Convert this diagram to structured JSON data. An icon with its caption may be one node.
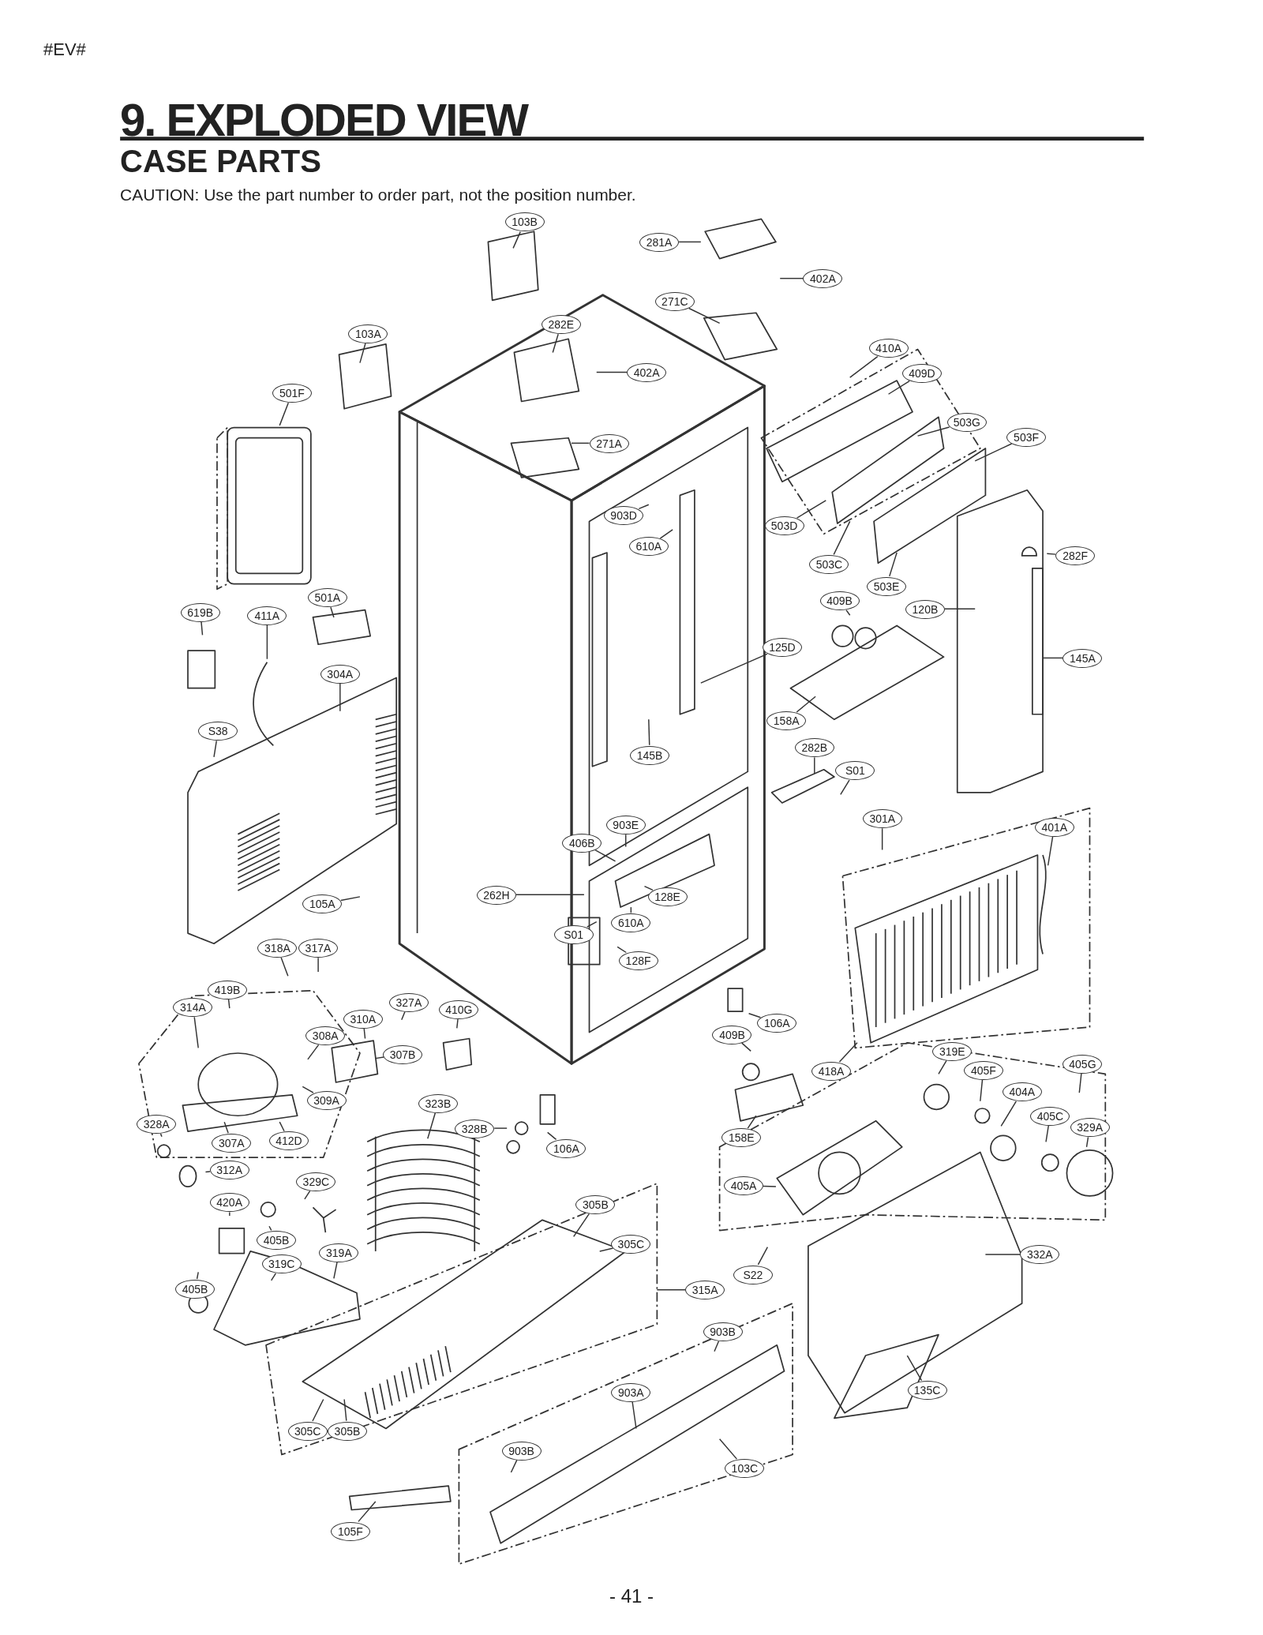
{
  "diagram": {
    "title": "9. EXPLODED VIEW",
    "nodes": [
      {
        "text": [
          "103B"
        ]
      },
      {
        "text": [
          "281A"
        ]
      },
      {
        "text": [
          "402A"
        ]
      },
      {
        "text": [
          "271C"
        ]
      },
      {
        "text": [
          "282E"
        ]
      },
      {
        "text": [
          "103A"
        ]
      },
      {
        "text": [
          "410A"
        ]
      },
      {
        "text": [
          "402A"
        ]
      },
      {
        "text": [
          "409D"
        ]
      },
      {
        "text": [
          "501F"
        ]
      },
      {
        "text": [
          "503G"
        ]
      },
      {
        "text": [
          "503F"
        ]
      },
      {
        "text": [
          "271A"
        ]
      },
      {
        "text": [
          "903D"
        ]
      },
      {
        "text": [
          "503D"
        ]
      },
      {
        "text": [
          "610A"
        ]
      },
      {
        "text": [
          "282F"
        ]
      },
      {
        "text": [
          "503C"
        ]
      },
      {
        "text": [
          "503E"
        ]
      },
      {
        "text": [
          "501A"
        ]
      },
      {
        "text": [
          "409B"
        ]
      },
      {
        "text": [
          "120B"
        ]
      },
      {
        "text": [
          "619B"
        ]
      },
      {
        "text": [
          "411A"
        ]
      },
      {
        "text": [
          "125D"
        ]
      },
      {
        "text": [
          "145A"
        ]
      },
      {
        "text": [
          "304A"
        ]
      },
      {
        "text": [
          "158A"
        ]
      },
      {
        "text": [
          "S38"
        ]
      },
      {
        "text": [
          "145B"
        ]
      },
      {
        "text": [
          "282B"
        ]
      },
      {
        "text": [
          "S01"
        ]
      },
      {
        "text": [
          "301A"
        ]
      },
      {
        "text": [
          "401A"
        ]
      },
      {
        "text": [
          "903E"
        ]
      },
      {
        "text": [
          "406B"
        ]
      },
      {
        "text": [
          "262H"
        ]
      },
      {
        "text": [
          "128E"
        ]
      },
      {
        "text": [
          "105A"
        ]
      },
      {
        "text": [
          "610A"
        ]
      },
      {
        "text": [
          "S01"
        ]
      },
      {
        "text": [
          "318A"
        ]
      },
      {
        "text": [
          "317A"
        ]
      },
      {
        "text": [
          "128F"
        ]
      },
      {
        "text": [
          "327A"
        ]
      },
      {
        "text": [
          "419B"
        ]
      },
      {
        "text": [
          "314A"
        ]
      },
      {
        "text": [
          "410G"
        ]
      },
      {
        "text": [
          "106A"
        ]
      },
      {
        "text": [
          "310A"
        ]
      },
      {
        "text": [
          "409B"
        ]
      },
      {
        "text": [
          "308A"
        ]
      },
      {
        "text": [
          "307B"
        ]
      },
      {
        "text": [
          "319E"
        ]
      },
      {
        "text": [
          "405G"
        ]
      },
      {
        "text": [
          "405F"
        ]
      },
      {
        "text": [
          "418A"
        ]
      },
      {
        "text": [
          "404A"
        ]
      },
      {
        "text": [
          "309A"
        ]
      },
      {
        "text": [
          "323B"
        ]
      },
      {
        "text": [
          "405C"
        ]
      },
      {
        "text": [
          "328A"
        ]
      },
      {
        "text": [
          "328B"
        ]
      },
      {
        "text": [
          "329A"
        ]
      },
      {
        "text": [
          "307A"
        ]
      },
      {
        "text": [
          "412D"
        ]
      },
      {
        "text": [
          "158E"
        ]
      },
      {
        "text": [
          "106A"
        ]
      },
      {
        "text": [
          "312A"
        ]
      },
      {
        "text": [
          "329C"
        ]
      },
      {
        "text": [
          "405A"
        ]
      },
      {
        "text": [
          "420A"
        ]
      },
      {
        "text": [
          "305B"
        ]
      },
      {
        "text": [
          "405B"
        ]
      },
      {
        "text": [
          "305C"
        ]
      },
      {
        "text": [
          "332A"
        ]
      },
      {
        "text": [
          "319A"
        ]
      },
      {
        "text": [
          "319C"
        ]
      },
      {
        "text": [
          "S22"
        ]
      },
      {
        "text": [
          "405B"
        ]
      },
      {
        "text": [
          "315A"
        ]
      },
      {
        "text": [
          "903B"
        ]
      },
      {
        "text": [
          "135C"
        ]
      },
      {
        "text": [
          "903A"
        ]
      },
      {
        "text": [
          "305C"
        ]
      },
      {
        "text": [
          "305B"
        ]
      },
      {
        "text": [
          "903B"
        ]
      },
      {
        "text": [
          "103C"
        ]
      },
      {
        "text": [
          "105F"
        ]
      }
    ],
    "edges": [
      {
        "from": 0,
        "to": null,
        "arrow": "none"
      },
      {
        "from": 1,
        "to": null,
        "arrow": "none"
      },
      {
        "from": 2,
        "to": null,
        "arrow": "none"
      },
      {
        "from": 3,
        "to": null,
        "arrow": "none"
      },
      {
        "from": 4,
        "to": null,
        "arrow": "none"
      },
      {
        "from": 5,
        "to": null,
        "arrow": "none"
      },
      {
        "from": 6,
        "to": null,
        "arrow": "none"
      },
      {
        "from": 7,
        "to": null,
        "arrow": "none"
      },
      {
        "from": 8,
        "to": null,
        "arrow": "none"
      },
      {
        "from": 9,
        "to": null,
        "arrow": "none"
      },
      {
        "from": 10,
        "to": null,
        "arrow": "none"
      },
      {
        "from": 11,
        "to": null,
        "arrow": "none"
      },
      {
        "from": 12,
        "to": null,
        "arrow": "none"
      },
      {
        "from": 13,
        "to": null,
        "arrow": "none"
      },
      {
        "from": 14,
        "to": null,
        "arrow": "none"
      },
      {
        "from": 15,
        "to": null,
        "arrow": "none"
      },
      {
        "from": 16,
        "to": null,
        "arrow": "none"
      },
      {
        "from": 17,
        "to": null,
        "arrow": "none"
      },
      {
        "from": 18,
        "to": null,
        "arrow": "none"
      },
      {
        "from": 19,
        "to": null,
        "arrow": "none"
      },
      {
        "from": 20,
        "to": null,
        "arrow": "none"
      },
      {
        "from": 21,
        "to": null,
        "arrow": "none"
      },
      {
        "from": 22,
        "to": null,
        "arrow": "none"
      },
      {
        "from": 23,
        "to": null,
        "arrow": "none"
      },
      {
        "from": 24,
        "to": null,
        "arrow": "none"
      },
      {
        "from": 25,
        "to": null,
        "arrow": "none"
      },
      {
        "from": 26,
        "to": null,
        "arrow": "none"
      },
      {
        "from": 27,
        "to": null,
        "arrow": "none"
      },
      {
        "from": 28,
        "to": null,
        "arrow": "none"
      },
      {
        "from": 29,
        "to": null,
        "arrow": "none"
      },
      {
        "from": 30,
        "to": null,
        "arrow": "none"
      },
      {
        "from": 31,
        "to": null,
        "arrow": "none"
      },
      {
        "from": 32,
        "to": null,
        "arrow": "none"
      },
      {
        "from": 33,
        "to": null,
        "arrow": "none"
      },
      {
        "from": 34,
        "to": null,
        "arrow": "none"
      },
      {
        "from": 35,
        "to": null,
        "arrow": "none"
      },
      {
        "from": 36,
        "to": null,
        "arrow": "none"
      },
      {
        "from": 37,
        "to": null,
        "arrow": "none"
      },
      {
        "from": 38,
        "to": null,
        "arrow": "none"
      },
      {
        "from": 39,
        "to": null,
        "arrow": "none"
      },
      {
        "from": 40,
        "to": null,
        "arrow": "none"
      },
      {
        "from": 41,
        "to": null,
        "arrow": "none"
      },
      {
        "from": 42,
        "to": null,
        "arrow": "none"
      },
      {
        "from": 43,
        "to": null,
        "arrow": "none"
      },
      {
        "from": 44,
        "to": null,
        "arrow": "none"
      },
      {
        "from": 45,
        "to": null,
        "arrow": "none"
      },
      {
        "from": 46,
        "to": null,
        "arrow": "none"
      },
      {
        "from": 47,
        "to": null,
        "arrow": "none"
      },
      {
        "from": 48,
        "to": null,
        "arrow": "none"
      },
      {
        "from": 49,
        "to": null,
        "arrow": "none"
      },
      {
        "from": 50,
        "to": null,
        "arrow": "none"
      },
      {
        "from": 51,
        "to": null,
        "arrow": "none"
      },
      {
        "from": 52,
        "to": null,
        "arrow": "none"
      },
      {
        "from": 53,
        "to": null,
        "arrow": "none"
      },
      {
        "from": 54,
        "to": null,
        "arrow": "none"
      },
      {
        "from": 55,
        "to": null,
        "arrow": "none"
      },
      {
        "from": 56,
        "to": null,
        "arrow": "none"
      },
      {
        "from": 57,
        "to": null,
        "arrow": "none"
      },
      {
        "from": 58,
        "to": null,
        "arrow": "none"
      },
      {
        "from": 59,
        "to": null,
        "arrow": "none"
      },
      {
        "from": 60,
        "to": null,
        "arrow": "none"
      },
      {
        "from": 61,
        "to": null,
        "arrow": "none"
      },
      {
        "from": 62,
        "to": null,
        "arrow": "none"
      },
      {
        "from": 63,
        "to": null,
        "arrow": "none"
      },
      {
        "from": 64,
        "to": null,
        "arrow": "none"
      },
      {
        "from": 65,
        "to": null,
        "arrow": "none"
      },
      {
        "from": 66,
        "to": null,
        "arrow": "none"
      },
      {
        "from": 67,
        "to": null,
        "arrow": "none"
      },
      {
        "from": 68,
        "to": null,
        "arrow": "none"
      },
      {
        "from": 69,
        "to": null,
        "arrow": "none"
      },
      {
        "from": 70,
        "to": null,
        "arrow": "none"
      },
      {
        "from": 71,
        "to": null,
        "arrow": "none"
      },
      {
        "from": 72,
        "to": null,
        "arrow": "none"
      },
      {
        "from": 73,
        "to": null,
        "arrow": "none"
      },
      {
        "from": 74,
        "to": null,
        "arrow": "none"
      },
      {
        "from": 75,
        "to": null,
        "arrow": "none"
      },
      {
        "from": 76,
        "to": null,
        "arrow": "none"
      },
      {
        "from": 77,
        "to": null,
        "arrow": "none"
      },
      {
        "from": 78,
        "to": null,
        "arrow": "none"
      },
      {
        "from": 79,
        "to": null,
        "arrow": "none"
      },
      {
        "from": 80,
        "to": null,
        "arrow": "none"
      },
      {
        "from": 81,
        "to": null,
        "arrow": "none"
      },
      {
        "from": 82,
        "to": null,
        "arrow": "none"
      },
      {
        "from": 83,
        "to": null,
        "arrow": "none"
      },
      {
        "from": 84,
        "to": null,
        "arrow": "none"
      },
      {
        "from": 85,
        "to": null,
        "arrow": "none"
      },
      {
        "from": 86,
        "to": null,
        "arrow": "none"
      },
      {
        "from": 87,
        "to": null,
        "arrow": "none"
      },
      {
        "from": 88,
        "to": null,
        "arrow": "none"
      }
    ],
    "labels": [
      "#EV#",
      "CASE PARTS",
      "CAUTION: Use the part number to order part, not the position number.",
      "- 41 -"
    ]
  }
}
